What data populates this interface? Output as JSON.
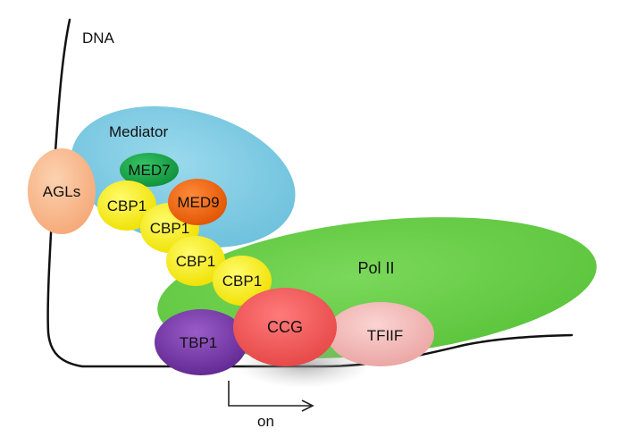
{
  "labels": {
    "dna": "DNA",
    "mediator": "Mediator",
    "pol2": "Pol II",
    "agls": "AGLs",
    "med7": "MED7",
    "med9": "MED9",
    "cbp1_a": "CBP1",
    "cbp1_b": "CBP1",
    "cbp1_c": "CBP1",
    "cbp1_d": "CBP1",
    "tbp1": "TBP1",
    "ccg": "CCG",
    "tfiif": "TFIIF",
    "on": "on"
  },
  "colors": {
    "mediator": "#7ecbe2",
    "pol2": "#66cc44",
    "agls": "#f9b98a",
    "med7": "#1aa84a",
    "med9": "#f26a10",
    "cbp1": "#f7ee10",
    "tbp1": "#7a3aa8",
    "ccg": "#f05858",
    "tfiif": "#f2b7b5",
    "dna": "#111111"
  }
}
